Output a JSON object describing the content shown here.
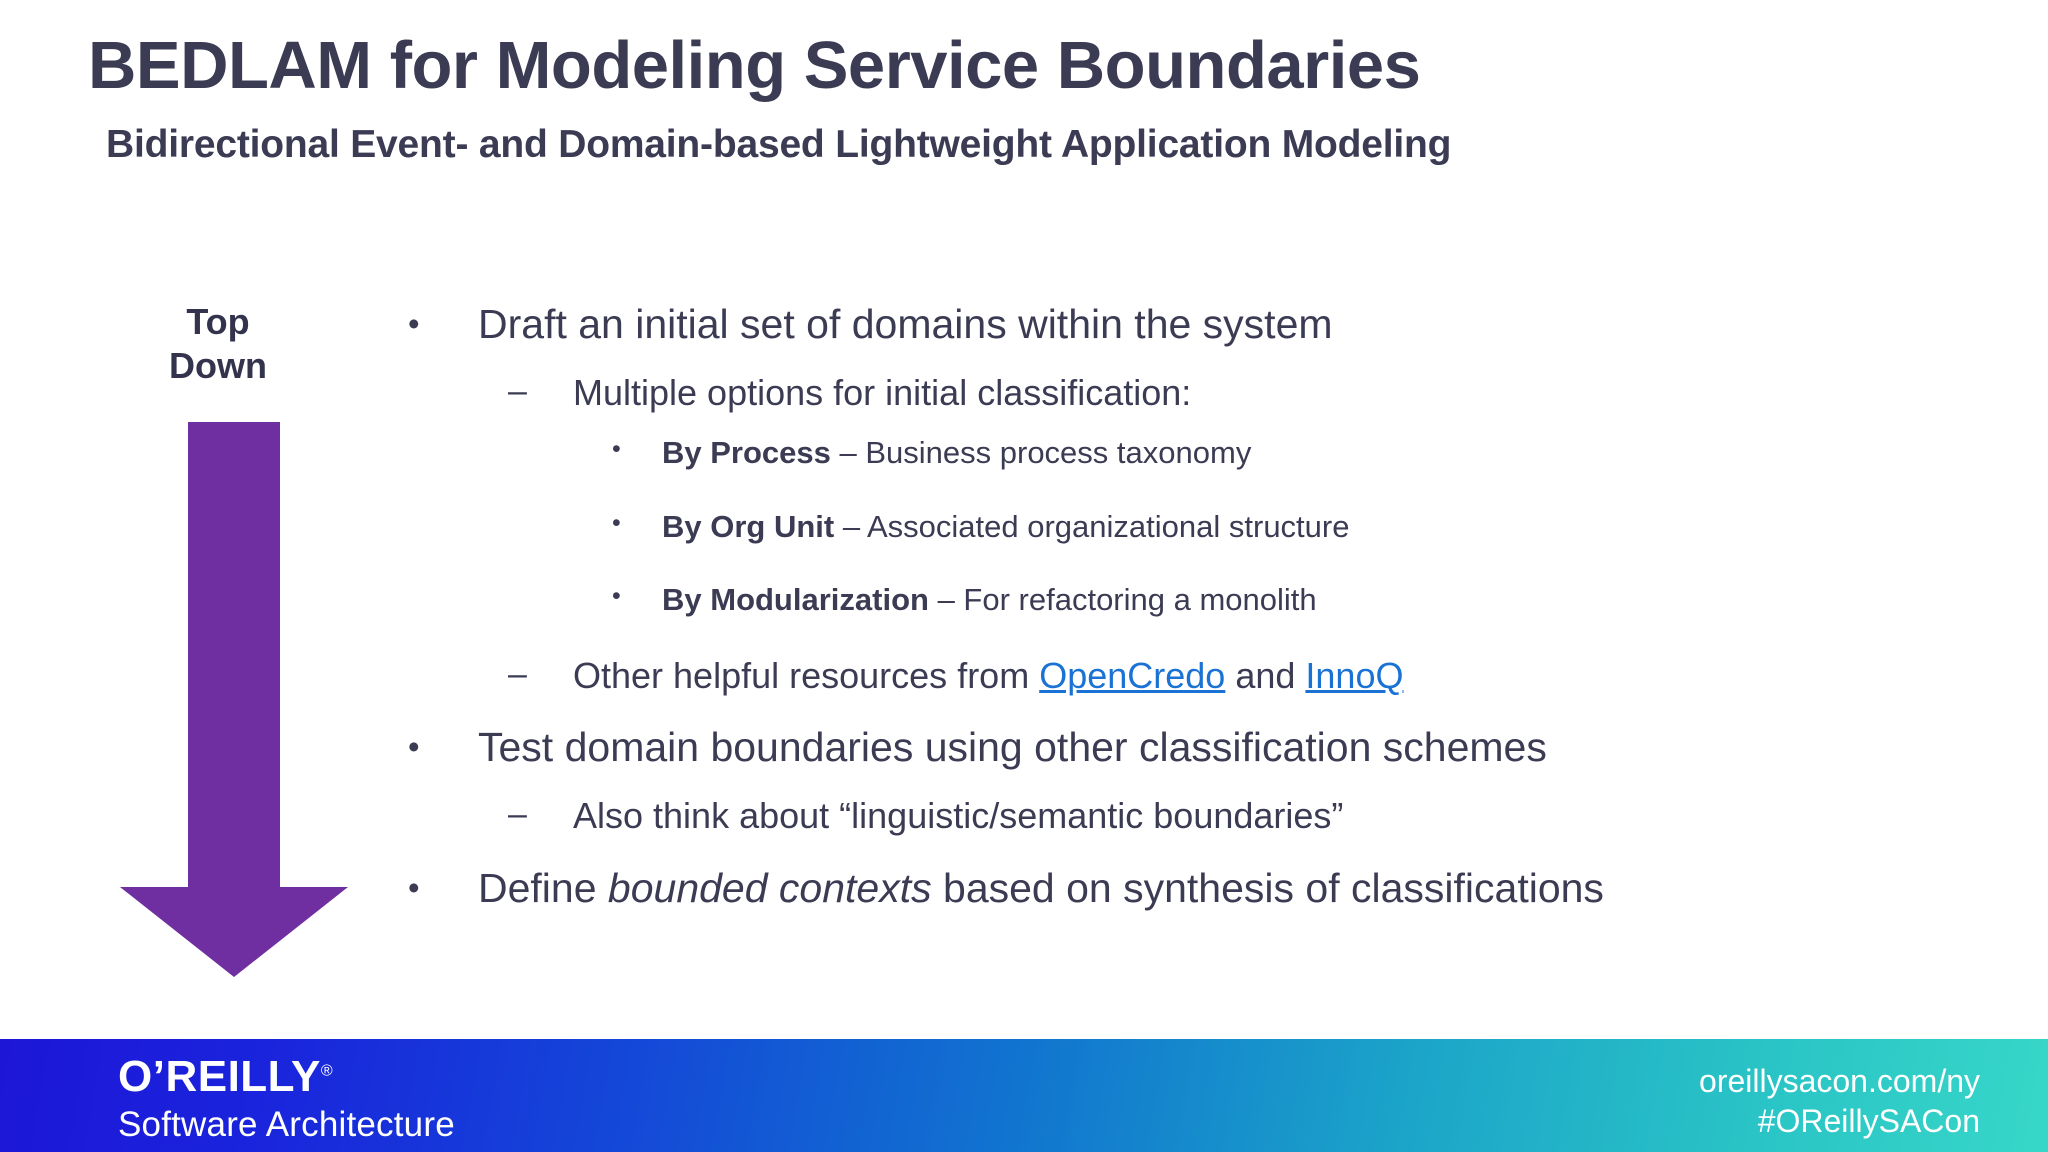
{
  "slide": {
    "title": "BEDLAM for Modeling Service Boundaries",
    "subtitle": "Bidirectional Event- and Domain-based Lightweight Application Modeling"
  },
  "topdown": {
    "line1": "Top",
    "line2": "Down",
    "arrow_icon": "arrow-down-icon",
    "arrow_color": "#6f2fa0"
  },
  "bullets": {
    "b1": "Draft an initial set of domains within the system",
    "b1_s1": "Multiple options for initial classification:",
    "b1_s1_i1_bold": "By Process",
    "b1_s1_i1_rest": " – Business process taxonomy",
    "b1_s1_i2_bold": "By Org Unit",
    "b1_s1_i2_rest": " – Associated organizational structure",
    "b1_s1_i3_bold": "By Modularization",
    "b1_s1_i3_rest": " – For refactoring a monolith",
    "b1_s2_pre": "Other helpful resources from ",
    "b1_s2_link1": "OpenCredo",
    "b1_s2_mid": " and ",
    "b1_s2_link2": "InnoQ",
    "b2": "Test domain boundaries using other classification schemes",
    "b2_s1": "Also think about “linguistic/semantic boundaries”",
    "b3_pre": "Define ",
    "b3_ital": "bounded contexts",
    "b3_post": " based on synthesis of classifications"
  },
  "markers": {
    "dot": "•",
    "dash": "–",
    "smalldot": "•"
  },
  "footer": {
    "brand": "O’REILLY",
    "registered": "®",
    "tagline": "Software Architecture",
    "url": "oreillysacon.com/ny",
    "hashtag": "#OReillySACon",
    "gradient_start": "#1d16d8",
    "gradient_end": "#37d7c8"
  }
}
